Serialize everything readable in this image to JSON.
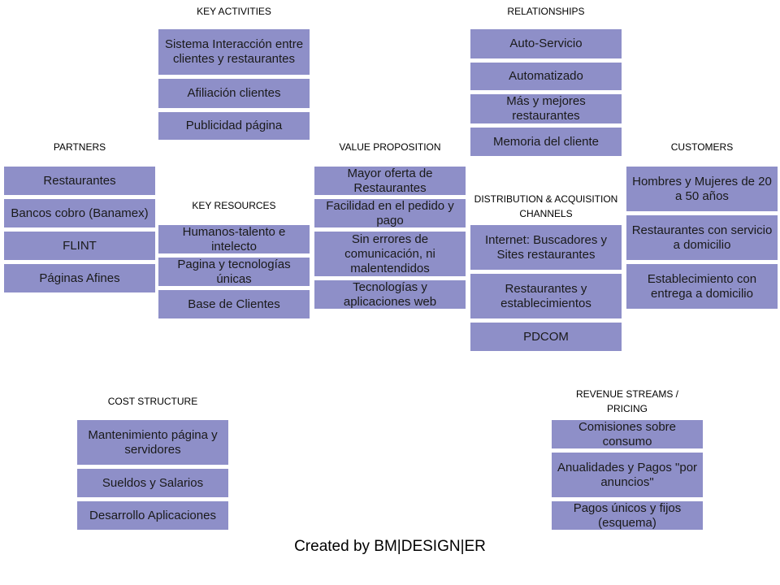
{
  "key_activities": {
    "header": "KEY ACTIVITIES",
    "items": [
      "Sistema Interacción entre clientes y restaurantes",
      "Afiliación clientes",
      "Publicidad página"
    ]
  },
  "relationships": {
    "header": "RELATIONSHIPS",
    "items": [
      "Auto-Servicio",
      "Automatizado",
      "Más y mejores restaurantes",
      "Memoria del cliente"
    ]
  },
  "partners": {
    "header": "PARTNERS",
    "items": [
      "Restaurantes",
      "Bancos cobro (Banamex)",
      "FLINT",
      "Páginas Afines"
    ]
  },
  "key_resources": {
    "header": "KEY RESOURCES",
    "items": [
      "Humanos-talento e intelecto",
      "Pagina y tecnologías únicas",
      "Base de Clientes"
    ]
  },
  "value_proposition": {
    "header": "VALUE PROPOSITION",
    "items": [
      "Mayor oferta de Restaurantes",
      "Facilidad en el pedido y pago",
      "Sin errores de comunicación, ni malentendidos",
      "Tecnologías y aplicaciones web"
    ]
  },
  "distribution": {
    "header": "DISTRIBUTION & ACQUISITION CHANNELS",
    "items": [
      "Internet: Buscadores y Sites restaurantes",
      "Restaurantes y establecimientos",
      "PDCOM"
    ]
  },
  "customers": {
    "header": "CUSTOMERS",
    "items": [
      "Hombres y Mujeres de 20 a 50 años",
      "Restaurantes con servicio a domicilio",
      "Establecimiento con entrega a domicilio"
    ]
  },
  "cost_structure": {
    "header": "COST STRUCTURE",
    "items": [
      "Mantenimiento página y servidores",
      "Sueldos y Salarios",
      "Desarrollo Aplicaciones"
    ]
  },
  "revenue_streams": {
    "header": "REVENUE STREAMS / PRICING",
    "items": [
      "Comisiones sobre consumo",
      "Anualidades y Pagos \"por anuncios\"",
      "Pagos únicos y fijos (esquema)"
    ]
  },
  "footer": "Created by BM|DESIGN|ER",
  "colors": {
    "box_fill": "#8e8fc8",
    "background": "#ffffff"
  }
}
